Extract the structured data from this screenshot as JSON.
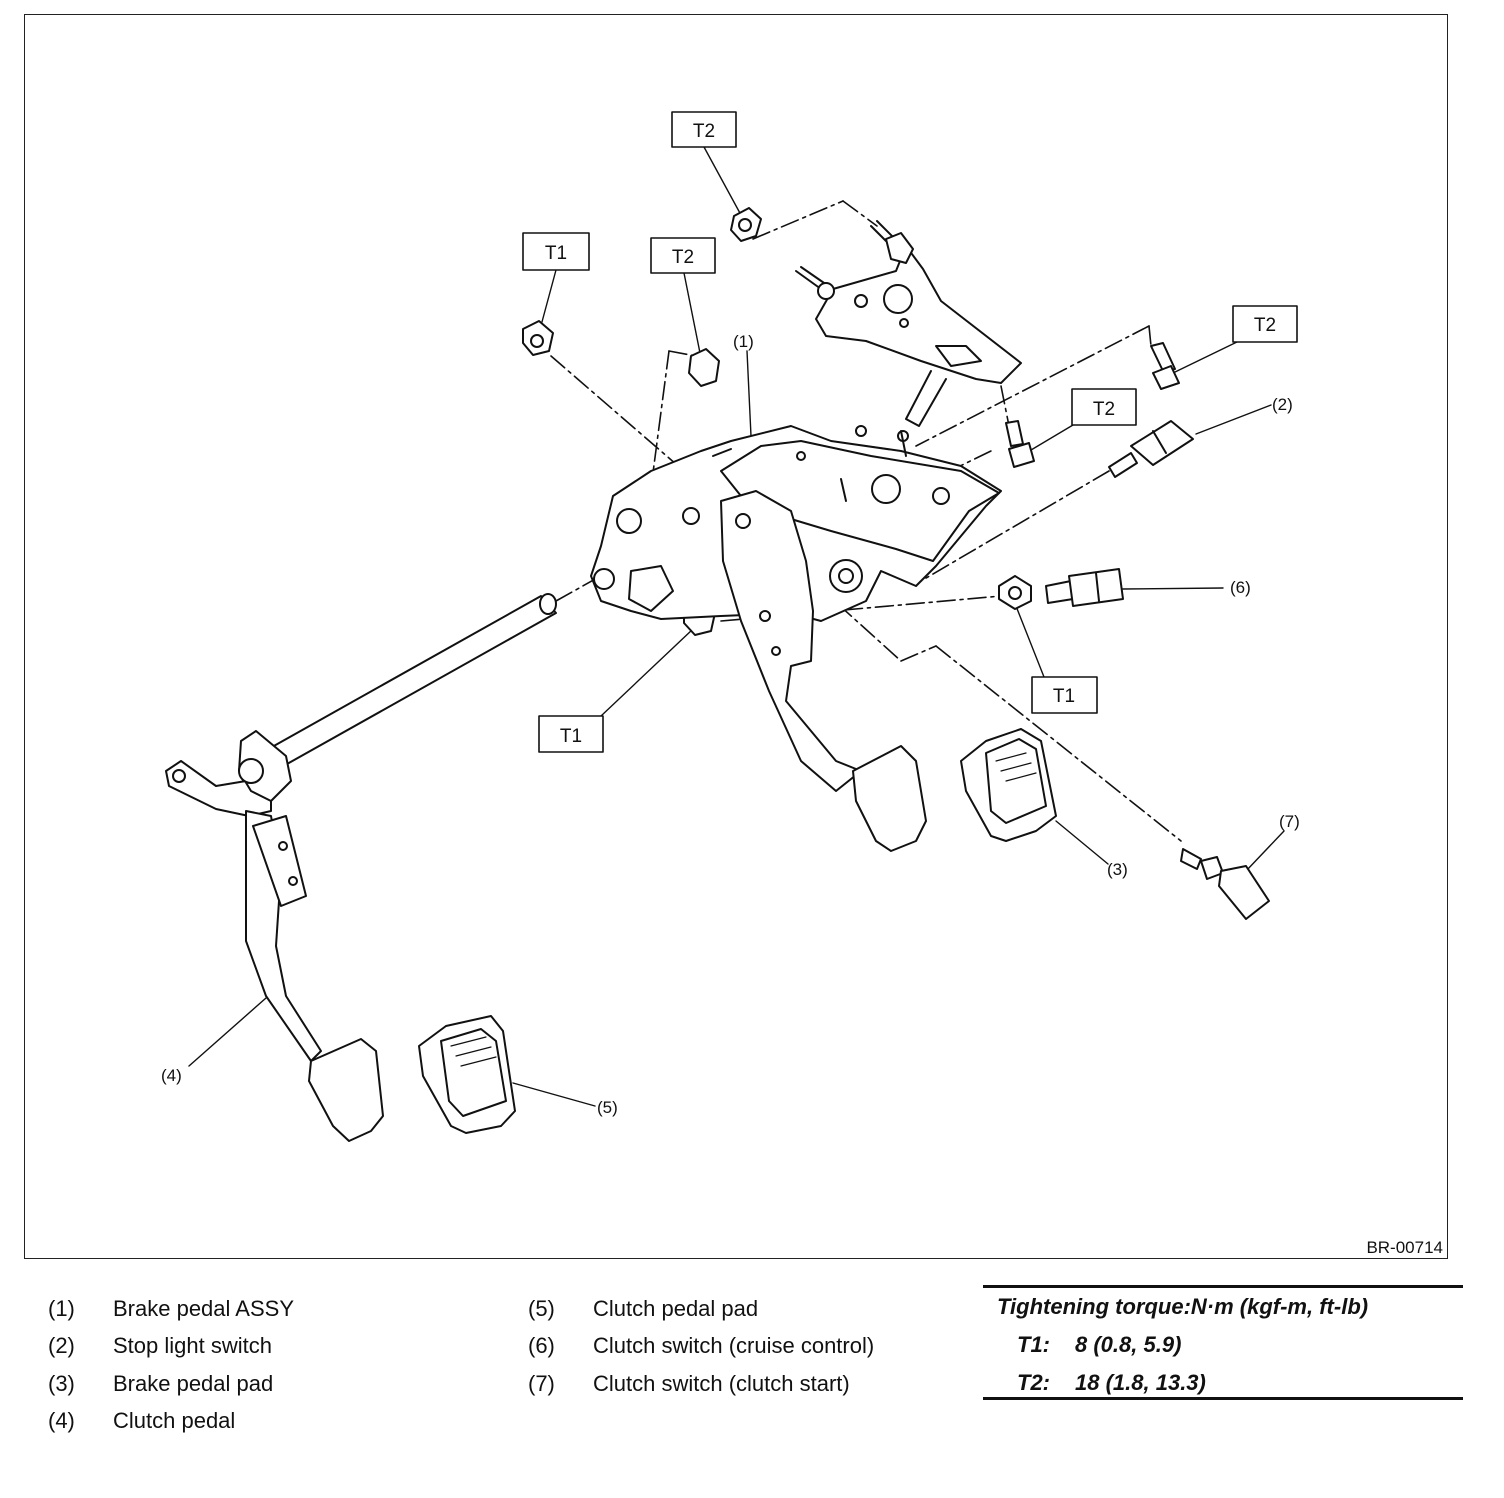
{
  "figure_code": "BR-00714",
  "torque_labels": {
    "t1": "T1",
    "t2": "T2"
  },
  "callouts": {
    "c1": "(1)",
    "c2": "(2)",
    "c3": "(3)",
    "c4": "(4)",
    "c5": "(5)",
    "c6": "(6)",
    "c7": "(7)"
  },
  "legend": [
    {
      "num": "(1)",
      "label": "Brake pedal ASSY"
    },
    {
      "num": "(2)",
      "label": "Stop light switch"
    },
    {
      "num": "(3)",
      "label": "Brake pedal pad"
    },
    {
      "num": "(4)",
      "label": "Clutch pedal"
    },
    {
      "num": "(5)",
      "label": "Clutch pedal pad"
    },
    {
      "num": "(6)",
      "label": "Clutch switch (cruise control)"
    },
    {
      "num": "(7)",
      "label": "Clutch switch (clutch start)"
    }
  ],
  "torque_table": {
    "title": "Tightening torque:N·m (kgf-m, ft-lb)",
    "rows": [
      {
        "key": "T1:",
        "value": "8 (0.8, 5.9)"
      },
      {
        "key": "T2:",
        "value": "18 (1.8, 13.3)"
      }
    ]
  }
}
